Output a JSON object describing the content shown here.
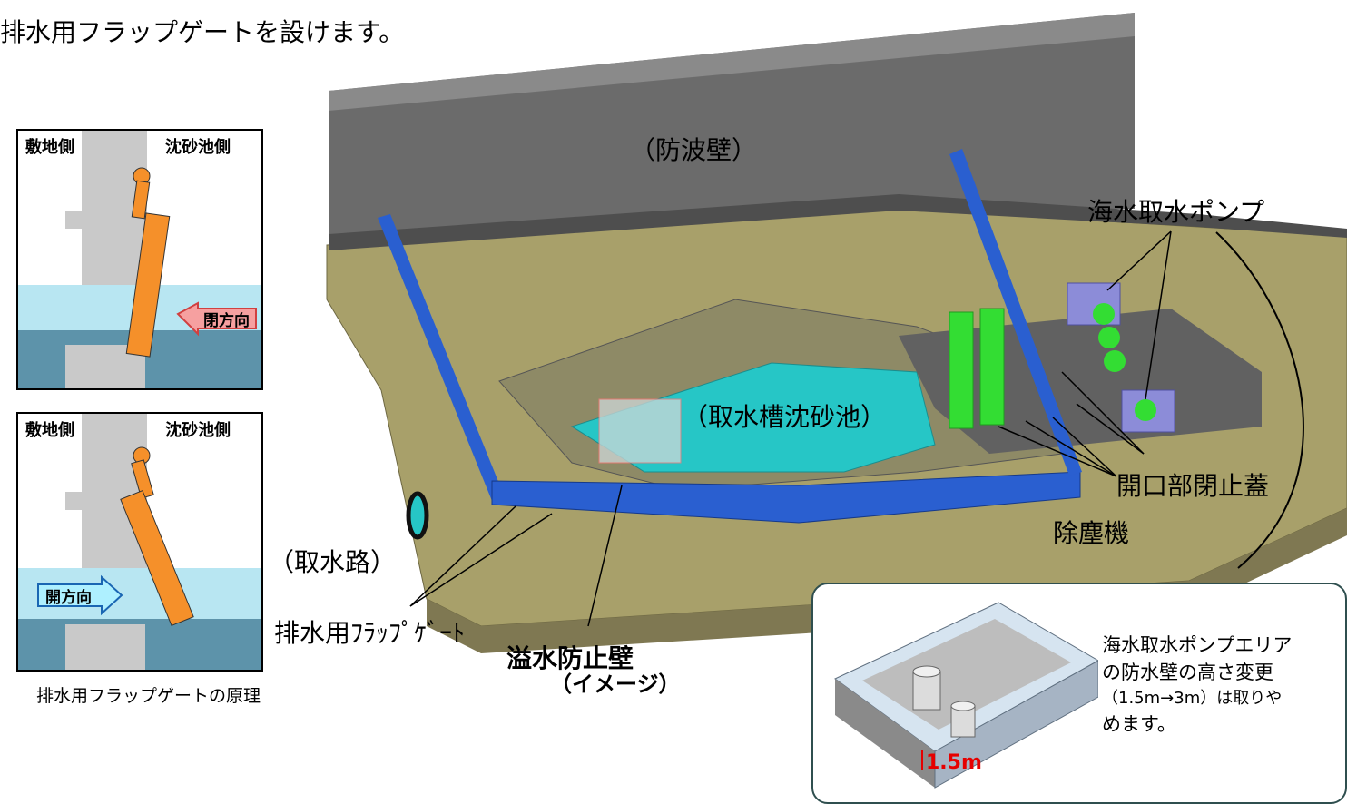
{
  "intro_line": "排水用フラップゲートを設けます。",
  "principle_panels": {
    "top": {
      "left_label": "敷地側",
      "right_label": "沈砂池側",
      "arrow_label": "閉方向"
    },
    "bottom": {
      "left_label": "敷地側",
      "right_label": "沈砂池側",
      "arrow_label": "開方向"
    },
    "caption": "排水用フラップゲートの原理"
  },
  "diagram_labels": {
    "seawall": "（防波壁）",
    "settling_basin": "（取水槽沈砂池）",
    "intake_channel": "（取水路）",
    "pump": "海水取水ポンプ",
    "opening_lid": "開口部閉止蓋",
    "dust_remover": "除塵機",
    "flap_gate": "排水用ﾌﾗｯﾌﾟｹﾞｰﾄ",
    "overflow_wall": "溢水防止壁",
    "image_note": "（イメージ）"
  },
  "inset": {
    "note_lines": [
      "海水取水ポンプエリア",
      "の防水壁の高さ変更",
      "（1.5m→3m）は取りや",
      "めます。"
    ],
    "height_label": "1.5m"
  },
  "colors": {
    "seawall": "#6b6b6b",
    "ground": "#a8a06a",
    "floodwall": "#2a5fd0",
    "water": "#26c6c6",
    "dust_remover": "#33dd33",
    "pump_area": "#8c8cd8",
    "gate_actuator": "#f5902a",
    "closing_arrow_fill": "#f6a0a0",
    "opening_arrow_fill": "#aef0ff",
    "height_label": "#e60000"
  }
}
